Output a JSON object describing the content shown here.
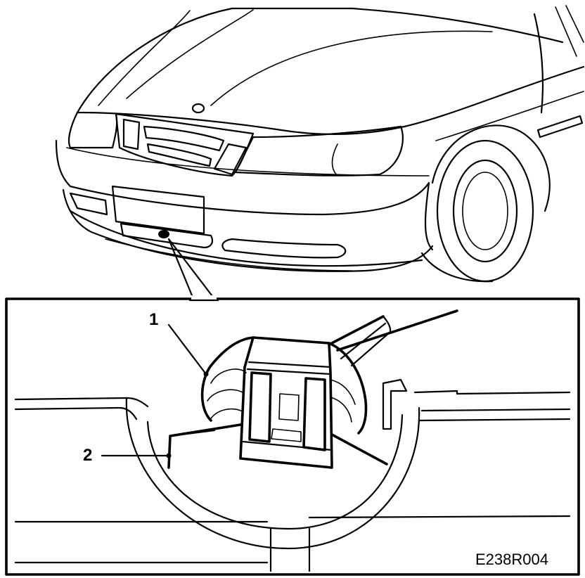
{
  "callouts": {
    "one": "1",
    "two": "2"
  },
  "figure_code": "E238R004",
  "colors": {
    "ink": "#000000",
    "paper": "#ffffff"
  }
}
